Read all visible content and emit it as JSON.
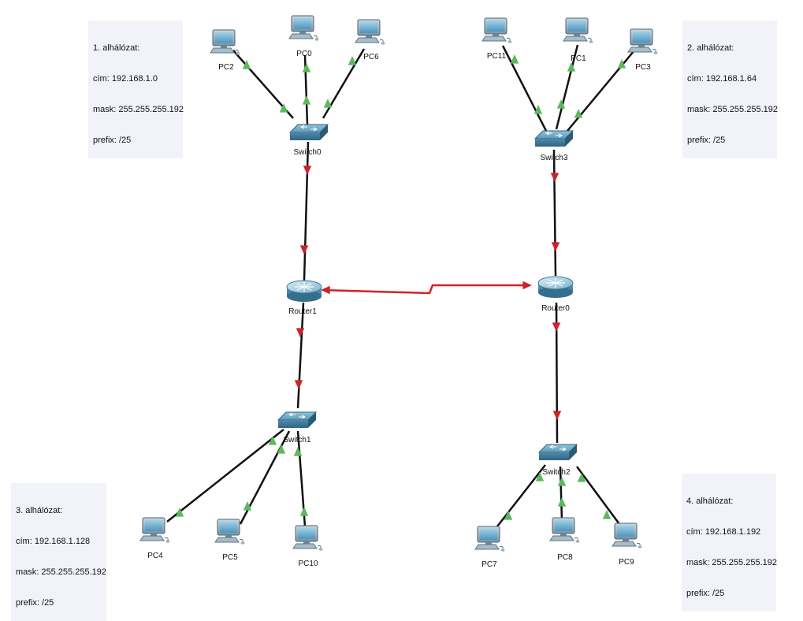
{
  "colors": {
    "link_up": "#5cb85c",
    "link_down": "#cc2229",
    "wire": "#111111",
    "serial": "#d62024",
    "note_bg": "#f1f3f8"
  },
  "devices": [
    {
      "id": "PC2",
      "label": "PC2",
      "type": "pc"
    },
    {
      "id": "PC0",
      "label": "PC0",
      "type": "pc"
    },
    {
      "id": "PC6",
      "label": "PC6",
      "type": "pc"
    },
    {
      "id": "Switch0",
      "label": "Switch0",
      "type": "switch"
    },
    {
      "id": "Router1",
      "label": "Router1",
      "type": "router"
    },
    {
      "id": "Switch1",
      "label": "Switch1",
      "type": "switch"
    },
    {
      "id": "PC4",
      "label": "PC4",
      "type": "pc"
    },
    {
      "id": "PC5",
      "label": "PC5",
      "type": "pc"
    },
    {
      "id": "PC10",
      "label": "PC10",
      "type": "pc"
    },
    {
      "id": "PC11",
      "label": "PC11",
      "type": "pc"
    },
    {
      "id": "PC1",
      "label": "PC1",
      "type": "pc"
    },
    {
      "id": "PC3",
      "label": "PC3",
      "type": "pc"
    },
    {
      "id": "Switch3",
      "label": "Switch3",
      "type": "switch"
    },
    {
      "id": "Router0",
      "label": "Router0",
      "type": "router"
    },
    {
      "id": "Switch2",
      "label": "Switch2",
      "type": "switch"
    },
    {
      "id": "PC7",
      "label": "PC7",
      "type": "pc"
    },
    {
      "id": "PC8",
      "label": "PC8",
      "type": "pc"
    },
    {
      "id": "PC9",
      "label": "PC9",
      "type": "pc"
    }
  ],
  "links": [
    {
      "from": "PC2",
      "to": "Switch0",
      "status": "up"
    },
    {
      "from": "PC0",
      "to": "Switch0",
      "status": "up"
    },
    {
      "from": "PC6",
      "to": "Switch0",
      "status": "up"
    },
    {
      "from": "Switch0",
      "to": "Router1",
      "status": "down"
    },
    {
      "from": "Router1",
      "to": "Switch1",
      "status": "down"
    },
    {
      "from": "Switch1",
      "to": "PC4",
      "status": "up"
    },
    {
      "from": "Switch1",
      "to": "PC5",
      "status": "up"
    },
    {
      "from": "Switch1",
      "to": "PC10",
      "status": "up"
    },
    {
      "from": "PC11",
      "to": "Switch3",
      "status": "up"
    },
    {
      "from": "PC1",
      "to": "Switch3",
      "status": "up"
    },
    {
      "from": "PC3",
      "to": "Switch3",
      "status": "up"
    },
    {
      "from": "Switch3",
      "to": "Router0",
      "status": "down"
    },
    {
      "from": "Router0",
      "to": "Switch2",
      "status": "down"
    },
    {
      "from": "Switch2",
      "to": "PC7",
      "status": "up"
    },
    {
      "from": "Switch2",
      "to": "PC8",
      "status": "up"
    },
    {
      "from": "Switch2",
      "to": "PC9",
      "status": "up"
    },
    {
      "from": "Router1",
      "to": "Router0",
      "status": "serial"
    }
  ],
  "notes": [
    {
      "id": "note1",
      "lines": [
        "1. alhálózat:",
        "cím: 192.168.1.0",
        "mask: 255.255.255.192",
        "prefix: /25"
      ]
    },
    {
      "id": "note2",
      "lines": [
        "2. alhálózat:",
        "cím: 192.168.1.64",
        "mask: 255.255.255.192",
        "prefix: /25"
      ]
    },
    {
      "id": "note3",
      "lines": [
        "3. alhálózat:",
        "cím: 192.168.1.128",
        "mask: 255.255.255.192",
        "prefix: /25"
      ]
    },
    {
      "id": "note4",
      "lines": [
        "4. alhálózat:",
        "cím: 192.168.1.192",
        "mask: 255.255.255.192",
        "prefix: /25"
      ]
    }
  ]
}
